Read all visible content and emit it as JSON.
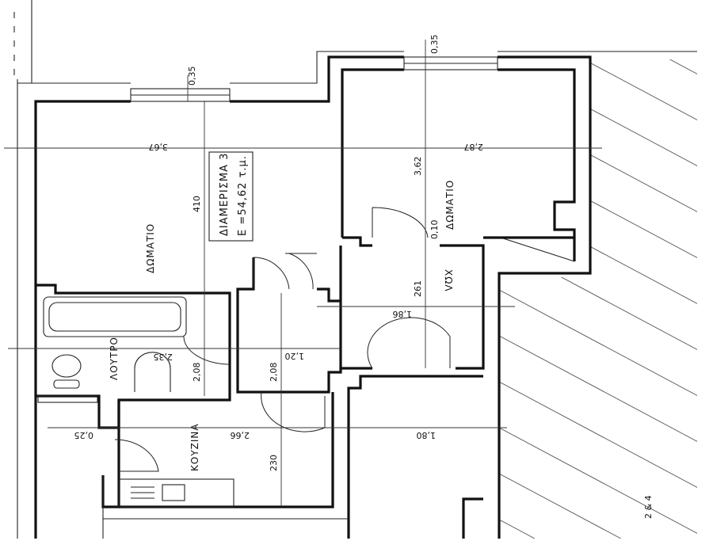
{
  "title": {
    "apartment": "ΔΙΑΜΕΡΙΣΜΑ 3",
    "area": "Ε =54,62 τ.μ."
  },
  "rooms": {
    "bedroom_left": "ΔΩΜΑΤΙΟ",
    "bedroom_right": "ΔΩΜΑΤΙΟ",
    "hall": "ΧΩΛ",
    "bathroom": "ΛΟΥΤΡΟ",
    "kitchen": "ΚΟΥΖΙΝΑ"
  },
  "dimensions": {
    "window_left": "0,35",
    "window_right": "0,35",
    "left_room_width": "3,67",
    "right_room_width": "2,87",
    "left_room_length": "410",
    "right_room_length": "3,62",
    "wall_thickness": "0,10",
    "hall_length": "261",
    "hall_width": "1,86",
    "bath_width": "2,35",
    "bath_length": "2,08",
    "corridor_length": "2,08",
    "corridor_width": "1,20",
    "kitchen_width": "2,66",
    "kitchen_length": "230",
    "wall_left": "0,25",
    "bottom_room_width": "1,80"
  },
  "annotation": "2 & 4"
}
